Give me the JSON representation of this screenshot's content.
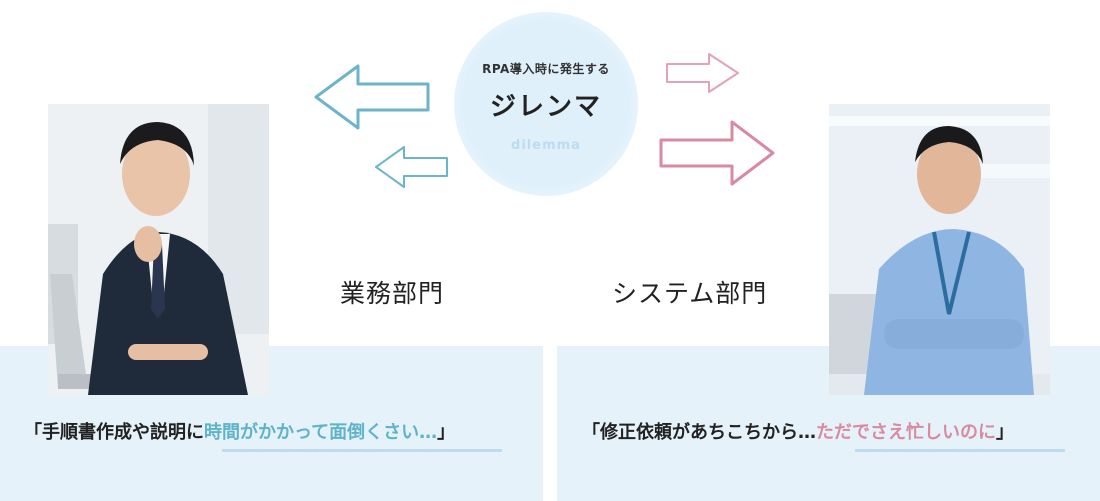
{
  "center": {
    "caption": "RPA導入時に発生する",
    "title": "ジレンマ",
    "subtitle": "dilemma"
  },
  "departments": {
    "business": "業務部門",
    "system": "システム部門"
  },
  "quotes": {
    "business": {
      "prefix": "「手順書作成や説明に",
      "highlight": "時間がかかって面倒くさい…",
      "suffix": "」"
    },
    "system": {
      "prefix": "「修正依頼があちこちから…",
      "highlight": "ただでさえ忙しいのに",
      "suffix": "」"
    }
  },
  "colors": {
    "accent_blue": "#5fb3c9",
    "accent_pink": "#d98aa0",
    "panel_bg": "#e6f2fa",
    "bubble_bg": "#dff0fb"
  },
  "icons": {
    "left_arrow_large": "arrow-left-icon",
    "left_arrow_small": "arrow-left-icon",
    "right_arrow_small": "arrow-right-icon",
    "right_arrow_large": "arrow-right-icon"
  }
}
